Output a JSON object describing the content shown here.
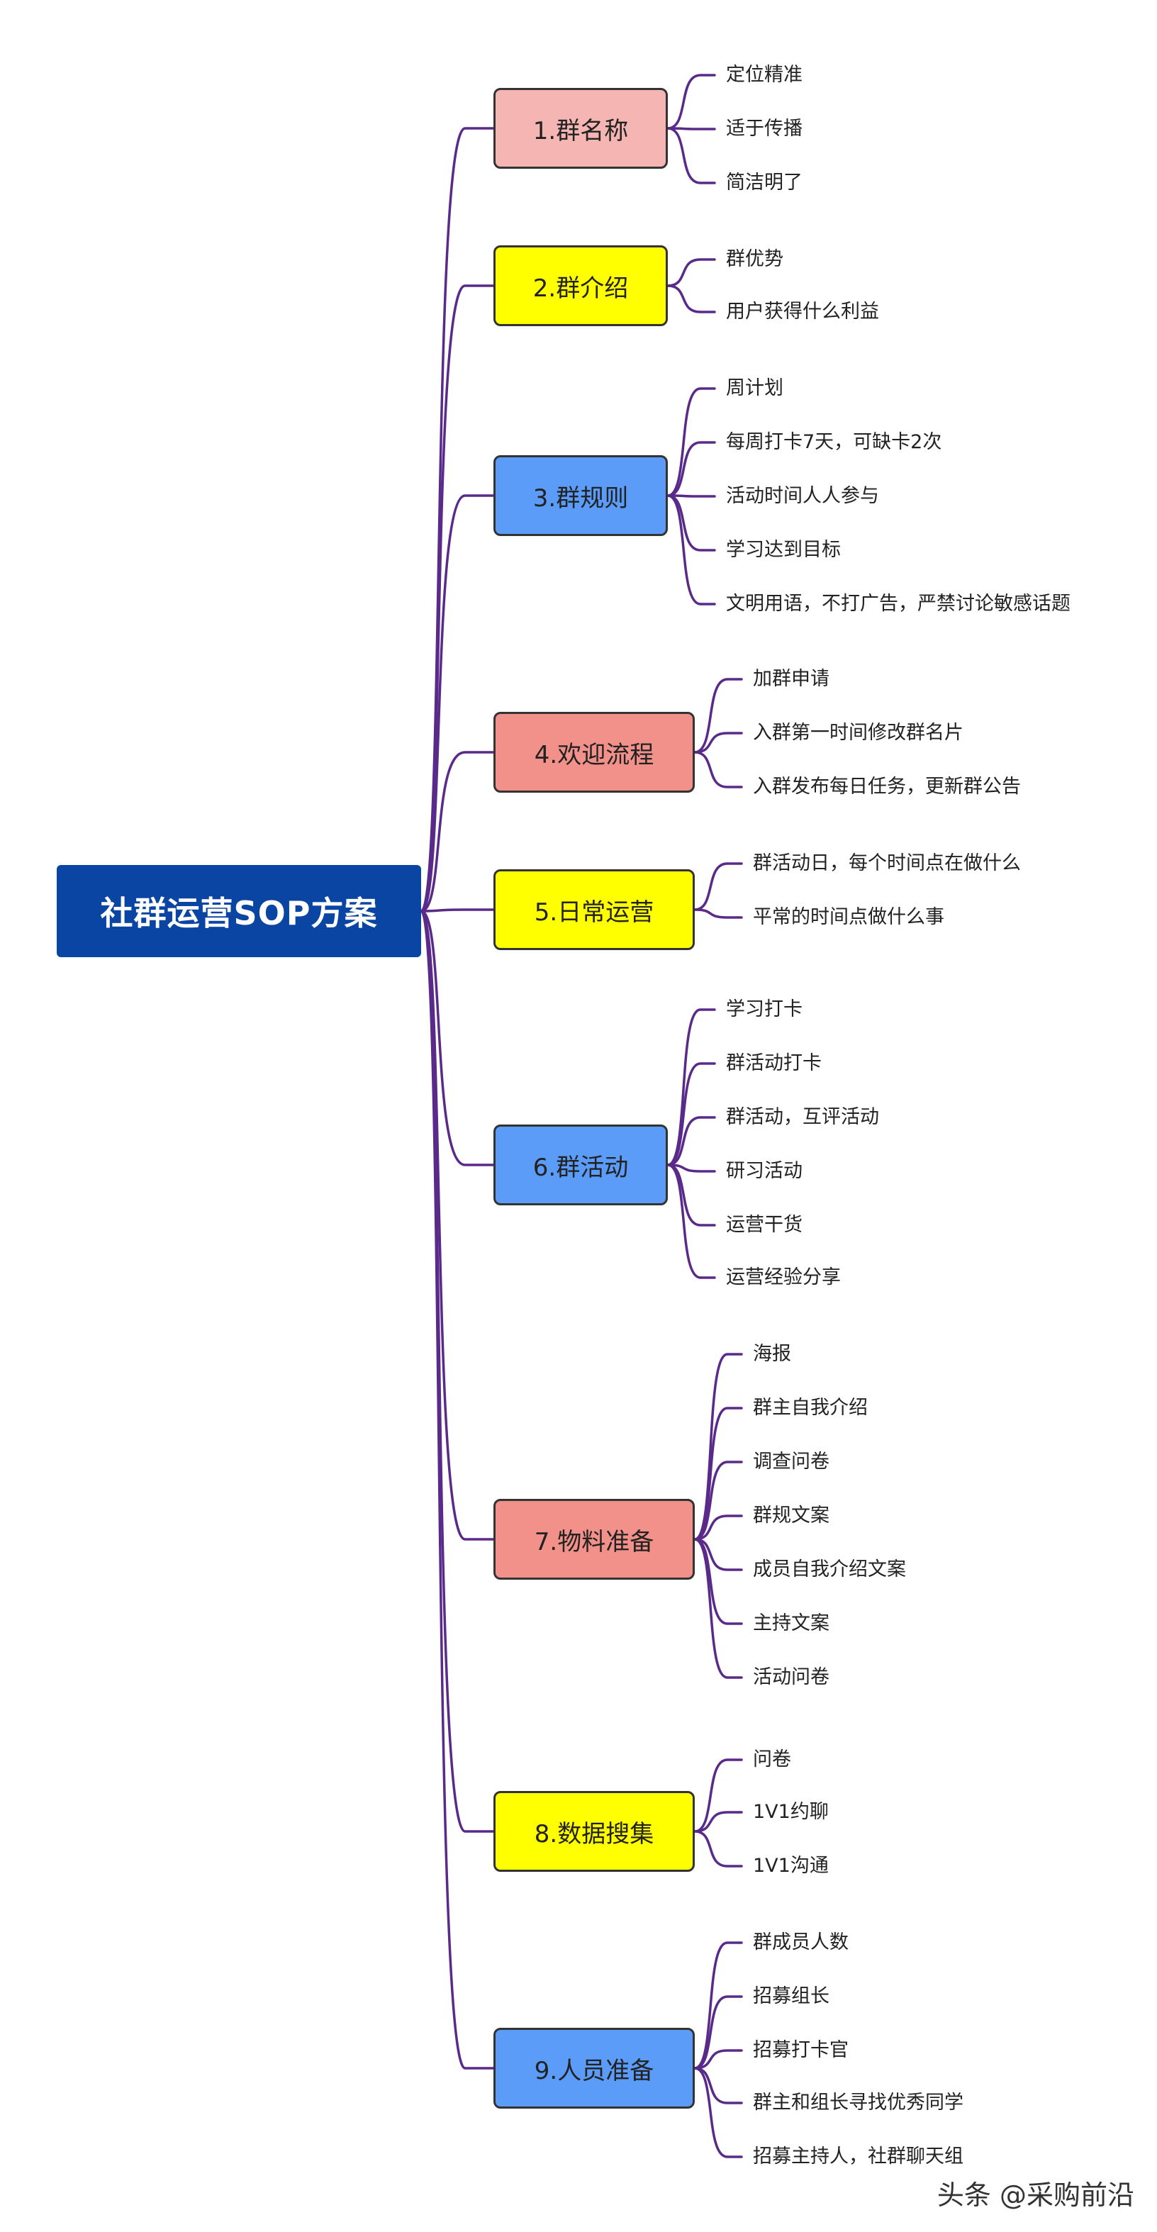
{
  "root": {
    "label": "社群运营SOP方案"
  },
  "branches": [
    {
      "label": "1.群名称",
      "color": "#f5b5b3",
      "children": [
        "定位精准",
        "适于传播",
        "简洁明了"
      ]
    },
    {
      "label": "2.群介绍",
      "color": "#ffff00",
      "children": [
        "群优势",
        "用户获得什么利益"
      ]
    },
    {
      "label": "3.群规则",
      "color": "#5b9cf9",
      "children": [
        "周计划",
        "每周打卡7天，可缺卡2次",
        "活动时间人人参与",
        "学习达到目标",
        "文明用语，不打广告，严禁讨论敏感话题"
      ]
    },
    {
      "label": "4.欢迎流程",
      "color": "#f29189",
      "children": [
        "加群申请",
        "入群第一时间修改群名片",
        "入群发布每日任务，更新群公告"
      ]
    },
    {
      "label": "5.日常运营",
      "color": "#ffff00",
      "children": [
        "群活动日，每个时间点在做什么",
        "平常的时间点做什么事"
      ]
    },
    {
      "label": "6.群活动",
      "color": "#5b9cf9",
      "children": [
        "学习打卡",
        "群活动打卡",
        "群活动，互评活动",
        "研习活动",
        "运营干货",
        "运营经验分享"
      ]
    },
    {
      "label": "7.物料准备",
      "color": "#f29189",
      "children": [
        "海报",
        "群主自我介绍",
        "调查问卷",
        "群规文案",
        "成员自我介绍文案",
        "主持文案",
        "活动问卷"
      ]
    },
    {
      "label": "8.数据搜集",
      "color": "#ffff00",
      "children": [
        "问卷",
        "1V1约聊",
        "1V1沟通"
      ]
    },
    {
      "label": "9.人员准备",
      "color": "#5b9cf9",
      "children": [
        "群成员人数",
        "招募组长",
        "招募打卡官",
        "群主和组长寻找优秀同学",
        "招募主持人，社群聊天组"
      ]
    }
  ],
  "watermark": "头条 @采购前沿",
  "connector_color": "#5a2a8a"
}
